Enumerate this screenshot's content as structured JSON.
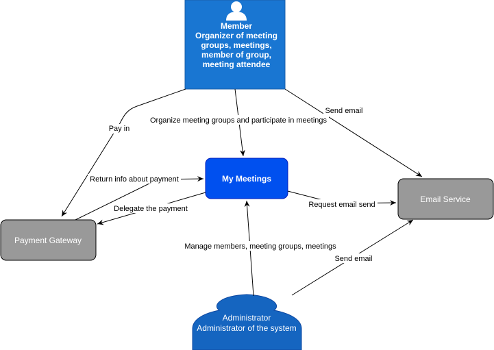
{
  "diagram": {
    "member": {
      "title": "Member",
      "line1": "Organizer of meeting",
      "line2": "groups, meetings,",
      "line3": "member of group,",
      "line4": "meeting attendee",
      "color": "#1976d2"
    },
    "administrator": {
      "title": "Administrator",
      "subtitle": "Administrator of the system",
      "color": "#1565c0"
    },
    "my_meetings": {
      "label": "My Meetings",
      "color": "#0050ef"
    },
    "payment_gateway": {
      "label": "Payment Gateway",
      "color": "#999999"
    },
    "email_service": {
      "label": "Email Service",
      "color": "#999999"
    },
    "edges": {
      "pay_in": "Pay in",
      "organize": "Organize meeting groups and participate in meetings",
      "send_email_member": "Send email",
      "return_info": "Return info about payment",
      "delegate_payment": "Delegate the payment",
      "request_email": "Request email send",
      "manage": "Manage members, meeting groups, meetings",
      "send_email_admin": "Send email"
    }
  }
}
